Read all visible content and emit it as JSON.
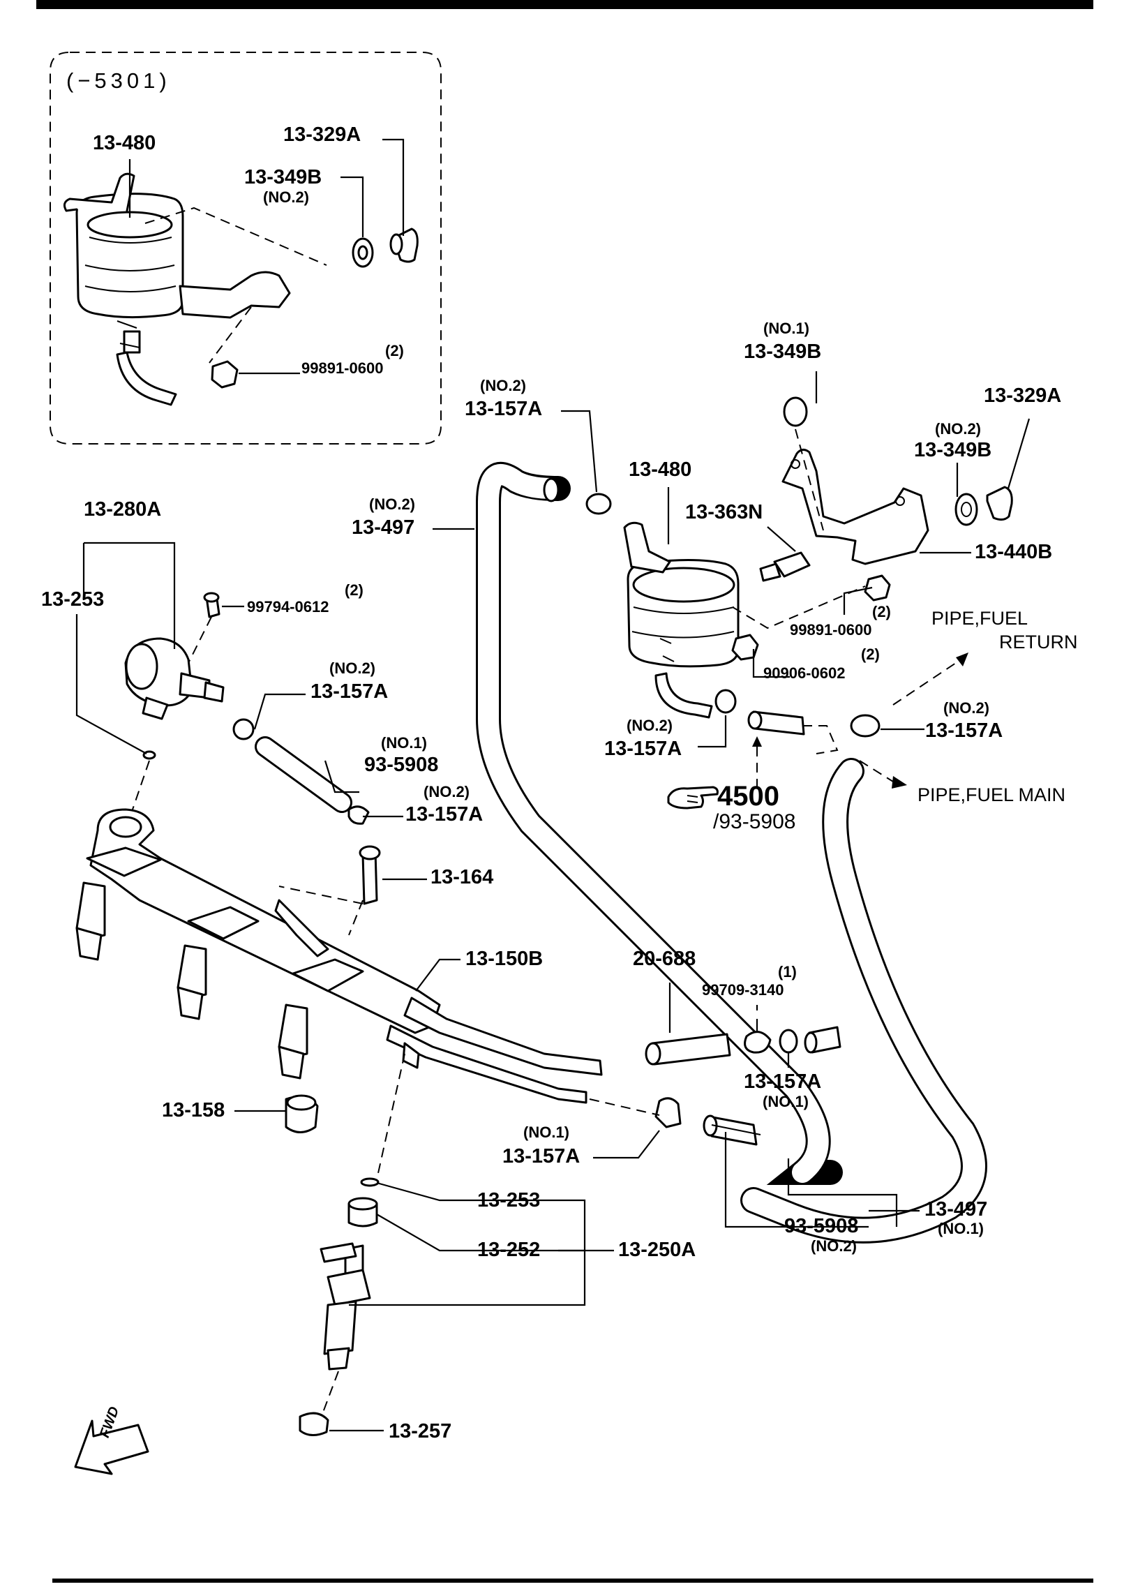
{
  "inset": {
    "range": "(−5301)"
  },
  "labels": {
    "inset_13_480": "13-480",
    "inset_13_329A": "13-329A",
    "inset_13_349B": "13-349B",
    "inset_no2_a": "(NO.2)",
    "inset_qty2": "(2)",
    "inset_99891": "99891-0600",
    "main_no1_349B": "(NO.1)",
    "main_13_349B_a": "13-349B",
    "main_13_329A": "13-329A",
    "main_no2_349B": "(NO.2)",
    "main_13_349B_b": "13-349B",
    "main_no2_157_top": "(NO.2)",
    "main_13_157A_top": "13-157A",
    "main_13_480": "13-480",
    "main_no2_497": "(NO.2)",
    "main_13_497": "13-497",
    "main_13_363N": "13-363N",
    "main_13_440B": "13-440B",
    "main_13_280A": "13-280A",
    "main_13_253_a": "13-253",
    "main_qty2_a": "(2)",
    "main_99794": "99794-0612",
    "main_qty2_b": "(2)",
    "main_99891": "99891-0600",
    "pipe_return_1": "PIPE,FUEL",
    "pipe_return_2": "RETURN",
    "main_qty2_c": "(2)",
    "main_90906": "90906-0602",
    "main_no2_157_b": "(NO.2)",
    "main_13_157A_b": "13-157A",
    "main_no2_157_c": "(NO.2)",
    "main_13_157A_c": "13-157A",
    "main_no1_5908": "(NO.1)",
    "main_93_5908": "93-5908",
    "main_no2_157_d": "(NO.2)",
    "main_13_157A_d": "13-157A",
    "main_no2_157_e": "(NO.2)",
    "main_13_157A_e": "13-157A",
    "ref_4500": "4500",
    "ref_sub": "/93-5908",
    "pipe_main": "PIPE,FUEL  MAIN",
    "main_13_164": "13-164",
    "main_13_150B": "13-150B",
    "main_20_688": "20-688",
    "main_qty1": "(1)",
    "main_99709": "99709-3140",
    "main_13_157A_f": "13-157A",
    "main_no1_157_f": "(NO.1)",
    "main_13_158": "13-158",
    "main_no1_157_g": "(NO.1)",
    "main_13_157A_g": "13-157A",
    "main_13_253_b": "13-253",
    "main_13_252": "13-252",
    "main_13_250A": "13-250A",
    "main_93_5908_b": "93-5908",
    "main_no2_5908_b": "(NO.2)",
    "main_13_497_b": "13-497",
    "main_no1_497_b": "(NO.1)",
    "main_13_257": "13-257",
    "fwd": "FWD"
  },
  "icons": {
    "pointing_hand": "pointing-hand-icon",
    "fwd_arrow": "fwd-arrow-icon"
  }
}
